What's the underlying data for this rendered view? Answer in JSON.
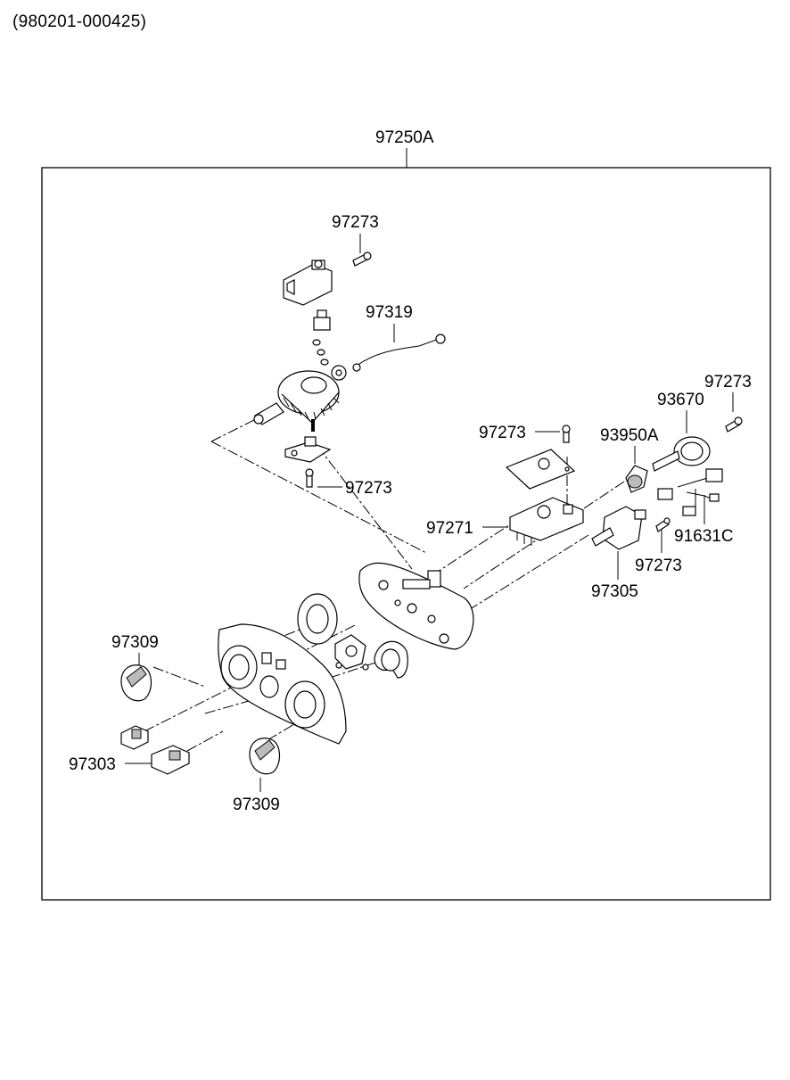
{
  "page_code": "(980201-000425)",
  "assembly_label": "97250A",
  "callouts": [
    {
      "id": "c1",
      "text": "97273"
    },
    {
      "id": "c2",
      "text": "97319"
    },
    {
      "id": "c3",
      "text": "97273"
    },
    {
      "id": "c4",
      "text": "97273"
    },
    {
      "id": "c5",
      "text": "93950A"
    },
    {
      "id": "c6",
      "text": "93670"
    },
    {
      "id": "c7",
      "text": "97273"
    },
    {
      "id": "c8",
      "text": "97271"
    },
    {
      "id": "c9",
      "text": "91631C"
    },
    {
      "id": "c10",
      "text": "97273"
    },
    {
      "id": "c11",
      "text": "97305"
    },
    {
      "id": "c12",
      "text": "97309"
    },
    {
      "id": "c13",
      "text": "97303"
    },
    {
      "id": "c14",
      "text": "97309"
    }
  ]
}
